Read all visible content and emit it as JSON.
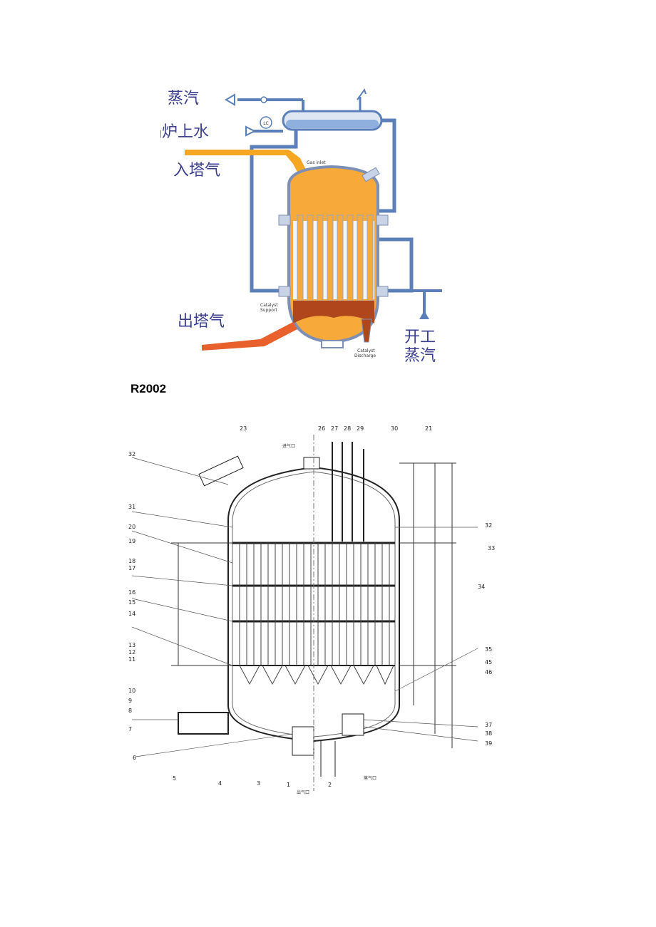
{
  "figure1": {
    "labels": {
      "steam_out": "蒸汽",
      "boiler_feed_water": "锅炉上水",
      "gas_in": "入塔气",
      "gas_out": "出塔气",
      "startup_steam_1": "开工",
      "startup_steam_2": "蒸汽",
      "gas_inlet": "Gas inlet",
      "catalyst_support_1": "Catalyst",
      "catalyst_support_2": "Support",
      "catalyst_discharge_1": "Catalyst",
      "catalyst_discharge_2": "Discharge",
      "level_controller": "LC"
    },
    "colors": {
      "pipe": "#5b7fb8",
      "gas_in": "#f5a623",
      "gas_out": "#e8612c",
      "vessel_fill": "#f7a93a",
      "label": "#3b3f8f"
    }
  },
  "caption": "R2002",
  "figure2": {
    "top_numbers": [
      "23",
      "26",
      "27",
      "28",
      "29",
      "30",
      "21"
    ],
    "left_numbers": [
      "32",
      "31",
      "20",
      "19",
      "18",
      "17",
      "16",
      "15",
      "14",
      "13",
      "12",
      "11",
      "10",
      "9",
      "8",
      "7",
      "6",
      "5",
      "4",
      "3",
      "1",
      "2"
    ],
    "right_numbers": [
      "32",
      "33",
      "34",
      "35",
      "45",
      "46",
      "37",
      "38",
      "39"
    ],
    "labels": {
      "gas_inlet": "进气口",
      "gas_outlet": "出气口",
      "steam_outlet": "蒸气口"
    }
  }
}
